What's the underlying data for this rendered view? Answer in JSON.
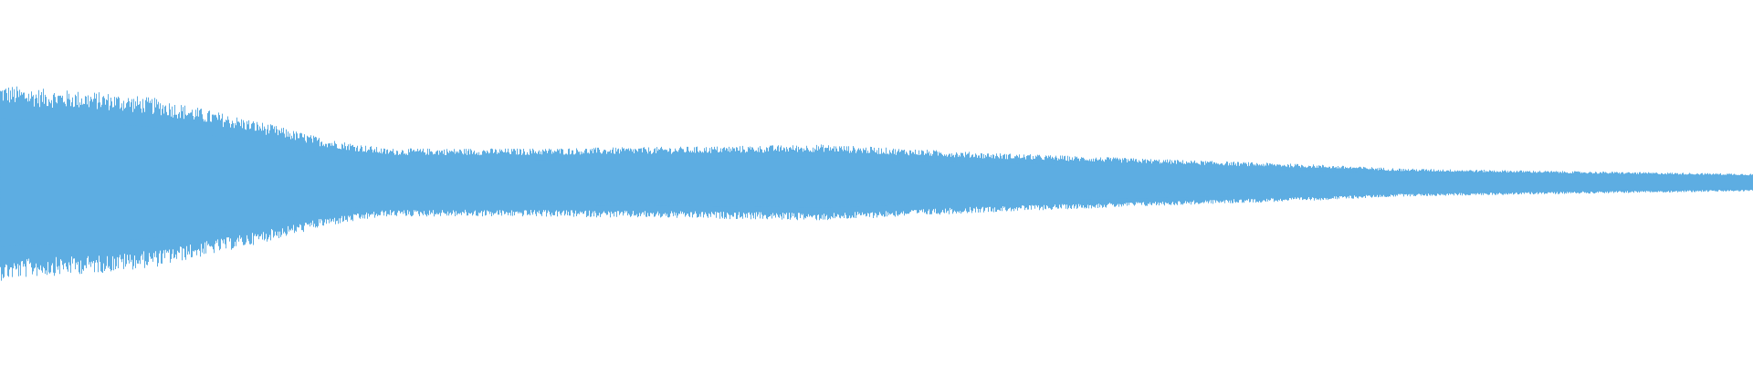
{
  "waveform": {
    "color": "#5DADE2",
    "background": "#ffffff",
    "envelope": [
      {
        "t": 0.0,
        "amp": 0.245
      },
      {
        "t": 0.02,
        "amp": 0.235
      },
      {
        "t": 0.06,
        "amp": 0.225
      },
      {
        "t": 0.09,
        "amp": 0.21
      },
      {
        "t": 0.12,
        "amp": 0.18
      },
      {
        "t": 0.15,
        "amp": 0.15
      },
      {
        "t": 0.185,
        "amp": 0.11
      },
      {
        "t": 0.22,
        "amp": 0.085
      },
      {
        "t": 0.3,
        "amp": 0.085
      },
      {
        "t": 0.4,
        "amp": 0.09
      },
      {
        "t": 0.47,
        "amp": 0.095
      },
      {
        "t": 0.56,
        "amp": 0.075
      },
      {
        "t": 0.65,
        "amp": 0.06
      },
      {
        "t": 0.75,
        "amp": 0.045
      },
      {
        "t": 0.8,
        "amp": 0.035
      },
      {
        "t": 0.9,
        "amp": 0.028
      },
      {
        "t": 1.0,
        "amp": 0.022
      }
    ]
  }
}
